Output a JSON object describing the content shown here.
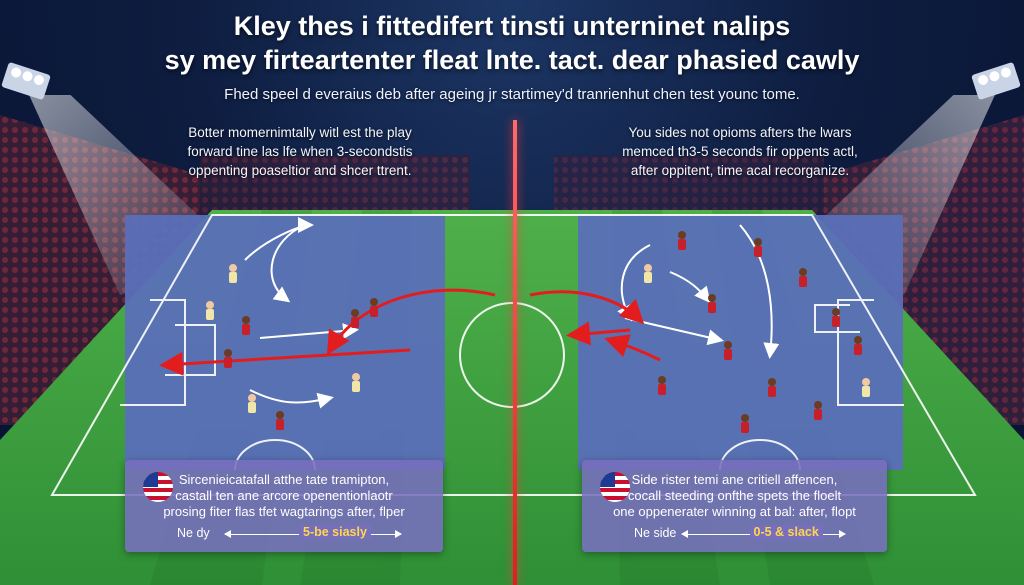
{
  "header": {
    "title_line1": "Kley thes i fittedifert tinsti unterninet nalips",
    "title_line2": "sy mey firteartenter fleat lnte. tact. dear phasied cawly",
    "subtitle": "Fhed speel d everaius deb after ageing jr startimey'd tranrienhut chen test younc tome."
  },
  "left_side": {
    "intro_line1": "Botter momernimtally witl est the play",
    "intro_line2": "forward tine las lfe when 3-secondstis",
    "intro_line3": "oppenting poaseltior and shcer ttrent.",
    "panel": {
      "line1": "Sircenieicatafall atthe tate tramipton,",
      "line2": "castall ten ane arcore openentionlaotr",
      "line3": "prosing fiter flas tfet wagtarings after, flper",
      "footer_label": "Ne dy",
      "footer_value": "5-be siasly"
    }
  },
  "right_side": {
    "intro_line1": "You sides not opioms afters the lwars",
    "intro_line2": "memced th3-5 seconds fir oppents actl,",
    "intro_line3": "after oppitent, time acal recorganize.",
    "panel": {
      "line1": "Side rister temi ane critiell affencen,",
      "line2": "cocall steeding onfthe spets the floelt",
      "line3": "one oppenerater winning at bal: after, flopt",
      "footer_label": "Ne side",
      "footer_value": "0-5 & slack"
    }
  },
  "colors": {
    "field_blue": "#5a6fb8",
    "grass": "#3fa33a",
    "red_team": "#c8202a",
    "yellow_team": "#f1e6a8",
    "accent_red": "#e31d1d",
    "highlight_yellow": "#ffd84a"
  },
  "icons": [
    "us-flag-icon",
    "stadium-light-icon",
    "player-icon",
    "arrow-icon"
  ]
}
